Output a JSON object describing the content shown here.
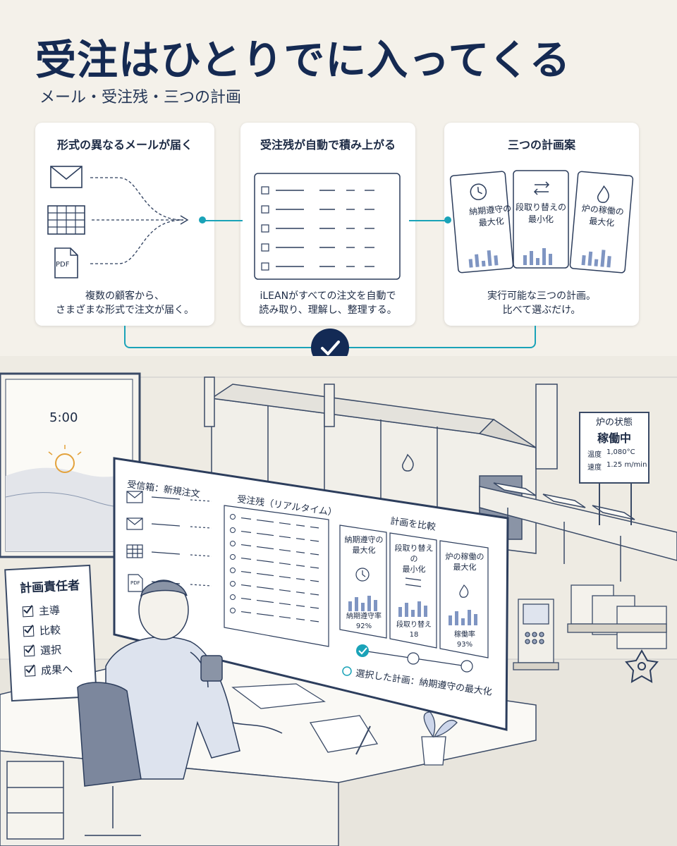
{
  "header": {
    "title": "受注はひとりでに入ってくる",
    "subtitle": "メール・受注残・三つの計画"
  },
  "cards": [
    {
      "title": "形式の異なるメールが届く",
      "icons": [
        "mail-icon",
        "spreadsheet-icon",
        "pdf-file-icon"
      ],
      "pdf_label": "PDF",
      "description": "複数の顧客から、\nさまざまな形式で注文が届く。"
    },
    {
      "title": "受注残が自動で積み上がる",
      "description": "iLEANがすべての注文を自動で\n読み取り、理解し、整理する。"
    },
    {
      "title": "三つの計画案",
      "plans": [
        {
          "name": "納期遵守の\n最大化",
          "icon": "clock-icon"
        },
        {
          "name": "段取り替えの\n最小化",
          "icon": "swap-arrows-icon"
        },
        {
          "name": "炉の稼働の\n最大化",
          "icon": "flame-icon"
        }
      ],
      "description": "実行可能な三つの計画。\n比べて選ぶだけ。"
    }
  ],
  "scene": {
    "window_time": "5:00",
    "furnace_sign": {
      "title": "炉の状態",
      "status": "稼働中",
      "temp_label": "温度",
      "temp_value": "1,080°C",
      "speed_label": "速度",
      "speed_value": "1.25 m/min"
    },
    "monitor": {
      "inbox_title": "受信箱：新規注文",
      "pdf_label": "PDF",
      "backlog_title": "受注残（リアルタイム）",
      "compare_title": "計画を比較",
      "plans": [
        {
          "name": "納期遵守の\n最大化",
          "metric": "納期遵守率\n92%"
        },
        {
          "name": "段取り替えの\n最小化",
          "metric": "段取り替え\n18"
        },
        {
          "name": "炉の稼働の\n最大化",
          "metric": "稼働率\n93%"
        }
      ],
      "selected_plan": "選択した計画：納期遵守の最大化"
    },
    "clipboard": {
      "title": "計画責任者",
      "items": [
        "主導",
        "比較",
        "選択",
        "成果へ"
      ]
    }
  },
  "colors": {
    "accent": "#1aa3b8",
    "navy": "#132a55",
    "background": "#f4f1ea",
    "bar": "#7f95c2"
  }
}
